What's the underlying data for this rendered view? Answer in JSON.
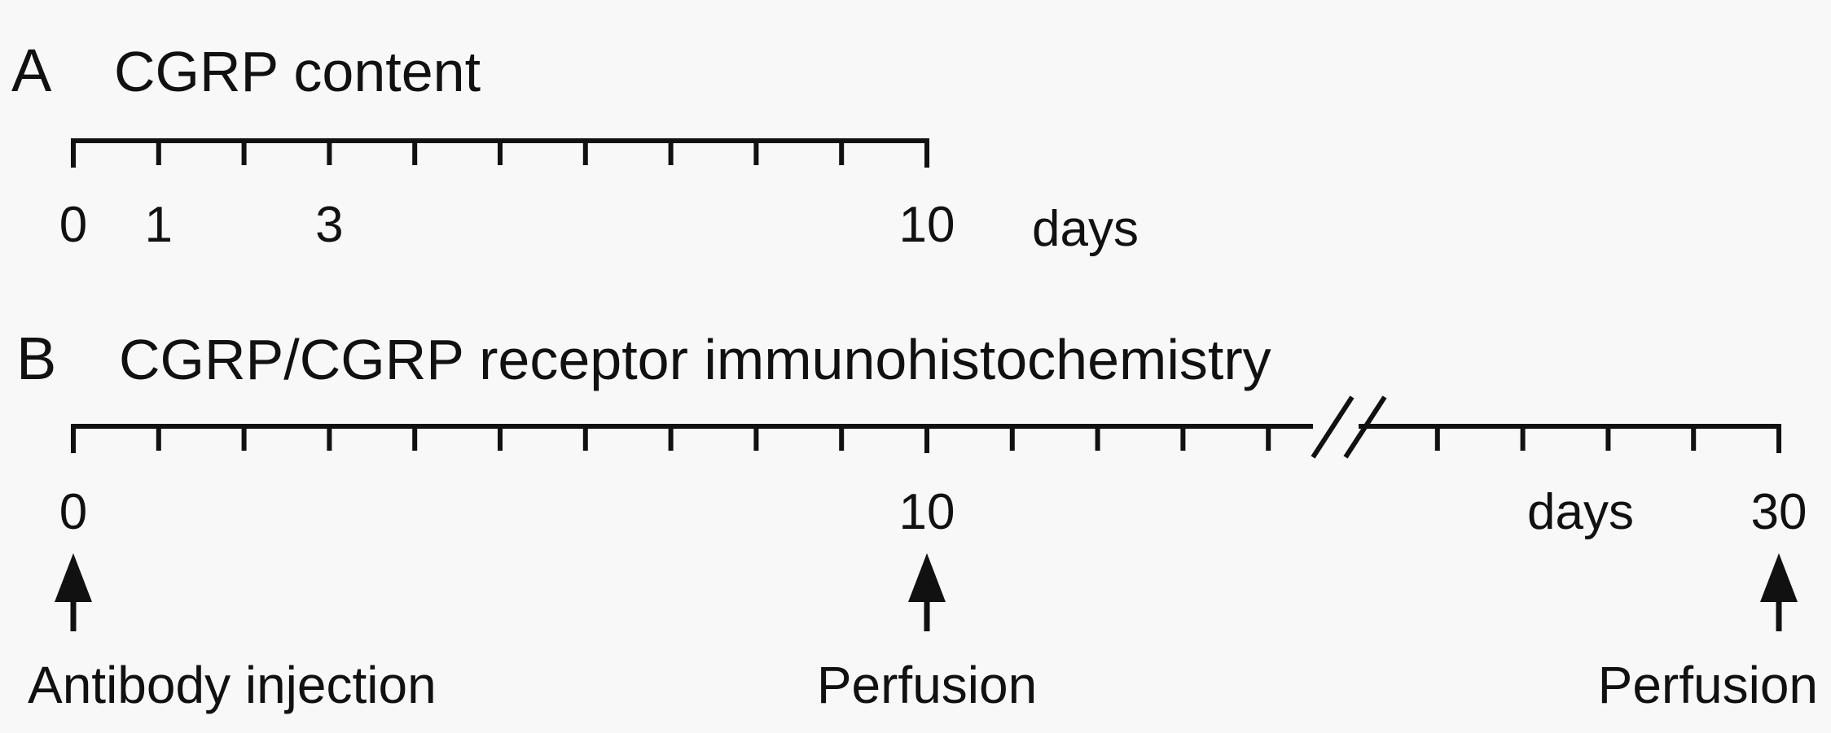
{
  "panel_a": {
    "letter": "A",
    "title": "CGRP content",
    "tick_labels": [
      {
        "day": 0,
        "text": "0"
      },
      {
        "day": 1,
        "text": "1"
      },
      {
        "day": 3,
        "text": "3"
      },
      {
        "day": 10,
        "text": "10"
      }
    ],
    "unit": "days",
    "ticks": [
      0,
      1,
      2,
      3,
      4,
      5,
      6,
      7,
      8,
      9,
      10
    ]
  },
  "panel_b": {
    "letter": "B",
    "title": "CGRP/CGRP receptor immunohistochemistry",
    "tick_labels": [
      {
        "day": 0,
        "text": "0"
      },
      {
        "day": 10,
        "text": "10"
      },
      {
        "day": 30,
        "text": "30"
      }
    ],
    "unit": "days",
    "events": [
      {
        "day": 0,
        "label": "Antibody injection"
      },
      {
        "day": 10,
        "label": "Perfusion"
      },
      {
        "day": 30,
        "label": "Perfusion"
      }
    ]
  },
  "colors": {
    "ink": "#111111",
    "background": "#f8f8f8"
  }
}
